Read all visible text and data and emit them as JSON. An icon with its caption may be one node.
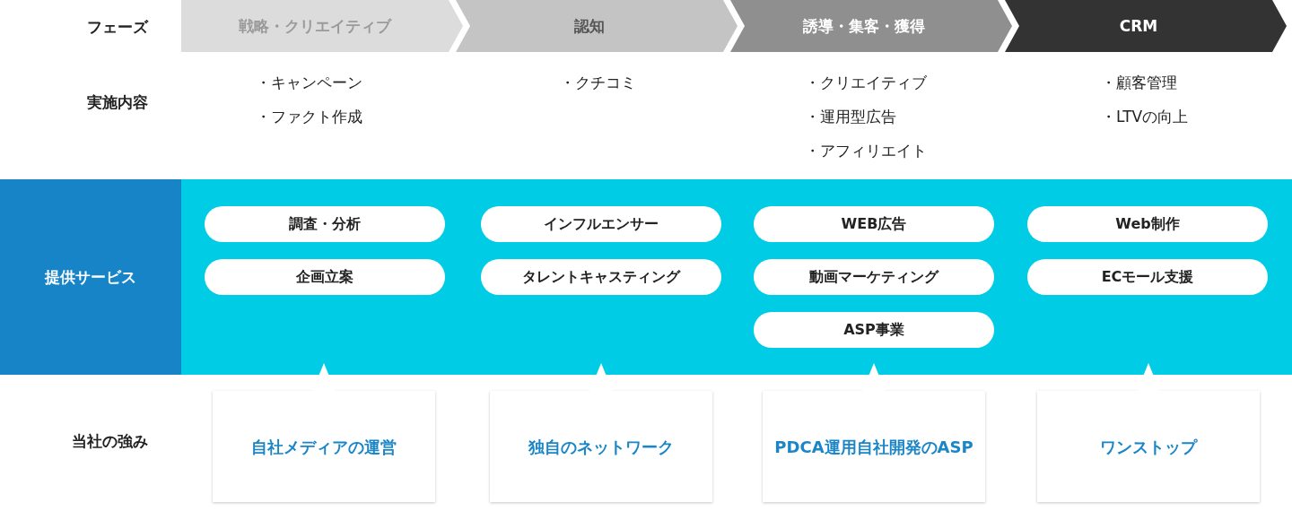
{
  "diagram": {
    "nodes": [
      {
        "text": [
          "戦略・クリエイティブ"
        ]
      },
      {
        "text": [
          "認知"
        ]
      },
      {
        "text": [
          "誘導・集客・獲得"
        ]
      },
      {
        "text": [
          "CRM"
        ]
      },
      {
        "text": [
          "提供サービス"
        ]
      },
      {
        "text": [],
        "shape": "band"
      },
      {
        "text": [
          "調査・分析"
        ],
        "in": 5
      },
      {
        "text": [
          "企画立案"
        ],
        "in": 5
      },
      {
        "text": [
          "インフルエンサー"
        ],
        "in": 5
      },
      {
        "text": [
          "タレントキャスティング"
        ],
        "in": 5
      },
      {
        "text": [
          "WEB広告"
        ],
        "in": 5
      },
      {
        "text": [
          "動画マーケティング"
        ],
        "in": 5
      },
      {
        "text": [
          "ASP事業"
        ],
        "in": 5
      },
      {
        "text": [
          "Web制作"
        ],
        "in": 5
      },
      {
        "text": [
          "ECモール支援"
        ],
        "in": 5
      },
      {
        "text": [
          "自社メディアの運営"
        ]
      },
      {
        "text": [
          "独自のネットワーク"
        ]
      },
      {
        "text": [
          "PDCA運用自社開発のASP"
        ]
      },
      {
        "text": [
          "ワンストップ"
        ]
      }
    ],
    "labels": [
      "フェーズ",
      "・キャンペーン",
      "・クチコミ",
      "・クリエイティブ",
      "・顧客管理",
      "実施内容",
      "・ファクト作成",
      "・運用型広告",
      "・LTVの向上",
      "・アフィリエイト",
      "当社の強み"
    ]
  }
}
